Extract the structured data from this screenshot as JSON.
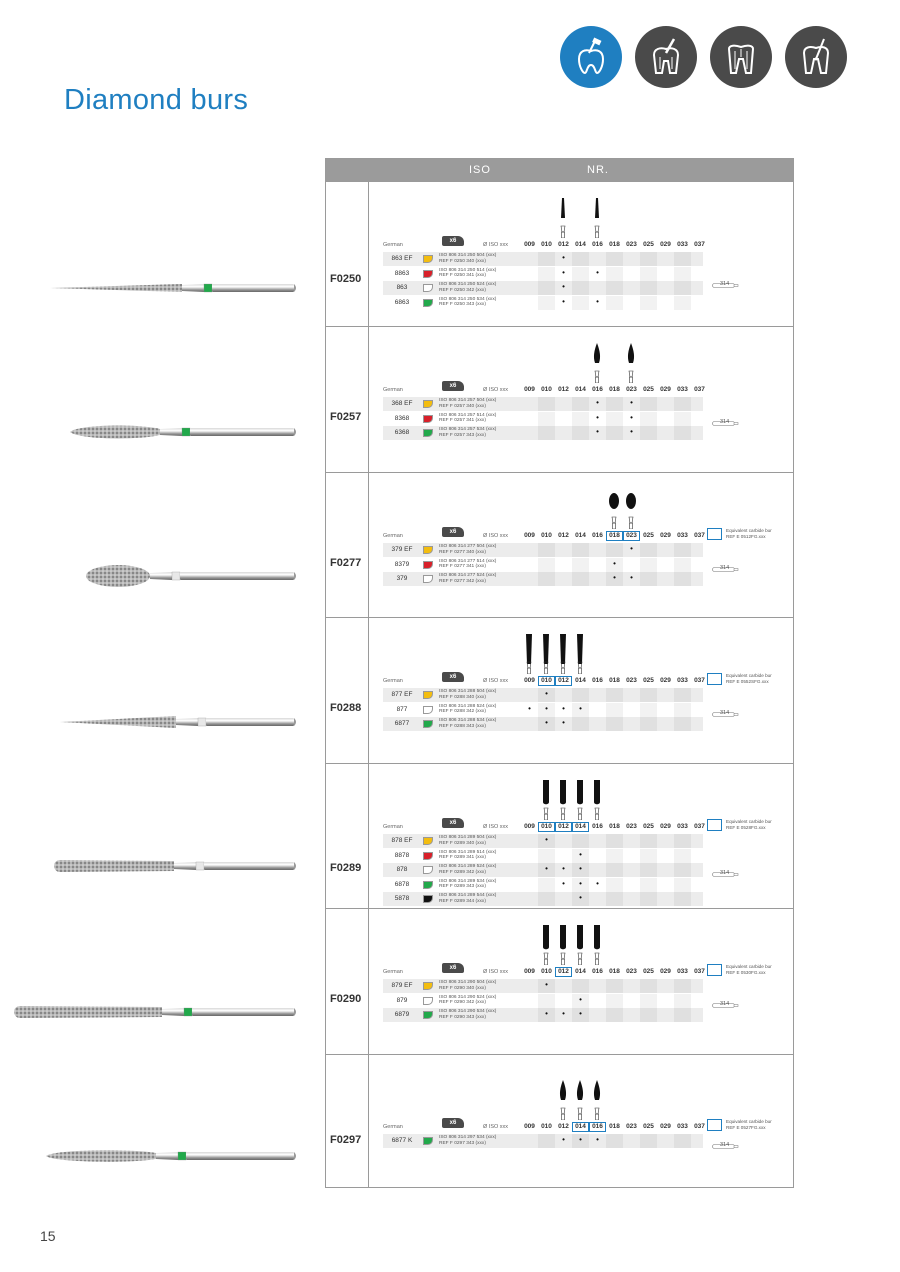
{
  "title": "Diamond burs",
  "page_number": "15",
  "icons": [
    {
      "name": "tooth-drill-icon",
      "active": true
    },
    {
      "name": "tooth-root-canal-icon",
      "active": false
    },
    {
      "name": "tooth-roots-icon",
      "active": false
    },
    {
      "name": "tooth-probe-icon",
      "active": false
    }
  ],
  "table_header": {
    "iso": "ISO",
    "nr": "NR."
  },
  "sizes": [
    "009",
    "010",
    "012",
    "014",
    "016",
    "018",
    "023",
    "025",
    "029",
    "033",
    "037"
  ],
  "labels": {
    "german": "German",
    "diameter": "Ø ISO xxx",
    "shank": "314"
  },
  "colors": {
    "accent": "#1f7fc1",
    "yellow": "#f3bd10",
    "red": "#d8202a",
    "white": "#ffffff",
    "green": "#22a94b",
    "black": "#111111"
  },
  "sections": [
    {
      "code": "F0250",
      "pack": "x6",
      "highlight": [],
      "equivalent": null,
      "rows": [
        {
          "num": "863 EF",
          "color": "yellow",
          "iso": "ISO 806 314 250 504 (xxx)",
          "ref": "REF F 0250 340 (xxx)",
          "dots": [
            "012"
          ]
        },
        {
          "num": "8863",
          "color": "red",
          "iso": "ISO 806 314 250 514 (xxx)",
          "ref": "REF F 0250 341 (xxx)",
          "dots": [
            "012",
            "016"
          ]
        },
        {
          "num": "863",
          "color": "white",
          "iso": "ISO 806 314 250 524 (xxx)",
          "ref": "REF F 0250 342 (xxx)",
          "dots": [
            "012"
          ]
        },
        {
          "num": "6863",
          "color": "green",
          "iso": "ISO 806 314 250 534 (xxx)",
          "ref": "REF F 0250 343 (xxx)",
          "dots": [
            "012",
            "016"
          ]
        }
      ]
    },
    {
      "code": "F0257",
      "pack": "x6",
      "highlight": [],
      "equivalent": null,
      "rows": [
        {
          "num": "368 EF",
          "color": "yellow",
          "iso": "ISO 806 314 257 504 (xxx)",
          "ref": "REF F 0257 340 (xxx)",
          "dots": [
            "016",
            "023"
          ]
        },
        {
          "num": "8368",
          "color": "red",
          "iso": "ISO 806 314 257 514 (xxx)",
          "ref": "REF F 0257 341 (xxx)",
          "dots": [
            "016",
            "023"
          ]
        },
        {
          "num": "6368",
          "color": "green",
          "iso": "ISO 806 314 257 534 (xxx)",
          "ref": "REF F 0257 343 (xxx)",
          "dots": [
            "016",
            "023"
          ]
        }
      ]
    },
    {
      "code": "F0277",
      "pack": "x6",
      "highlight": [
        "018",
        "023"
      ],
      "equivalent": {
        "line1": "Equivalent carbide bur",
        "line2": "REF E 0512FG.xxx"
      },
      "rows": [
        {
          "num": "379 EF",
          "color": "yellow",
          "iso": "ISO 806 314 277 504 (xxx)",
          "ref": "REF F 0277 340 (xxx)",
          "dots": [
            "023"
          ]
        },
        {
          "num": "8379",
          "color": "red",
          "iso": "ISO 806 314 277 514 (xxx)",
          "ref": "REF F 0277 341 (xxx)",
          "dots": [
            "018"
          ]
        },
        {
          "num": "379",
          "color": "white",
          "iso": "ISO 806 314 277 524 (xxx)",
          "ref": "REF F 0277 342 (xxx)",
          "dots": [
            "018",
            "023"
          ]
        }
      ]
    },
    {
      "code": "F0288",
      "pack": "x6",
      "highlight": [
        "010",
        "012"
      ],
      "equivalent": {
        "line1": "Equivalent carbide bur",
        "line2": "REF E 0552SFG.xxx"
      },
      "rows": [
        {
          "num": "877 EF",
          "color": "yellow",
          "iso": "ISO 806 314 288 504 (xxx)",
          "ref": "REF F 0288 340 (xxx)",
          "dots": [
            "010"
          ]
        },
        {
          "num": "877",
          "color": "white",
          "iso": "ISO 806 314 288 524 (xxx)",
          "ref": "REF F 0288 342 (xxx)",
          "dots": [
            "009",
            "010",
            "012",
            "014"
          ]
        },
        {
          "num": "6877",
          "color": "green",
          "iso": "ISO 806 314 288 534 (xxx)",
          "ref": "REF F 0288 343 (xxx)",
          "dots": [
            "010",
            "012"
          ]
        }
      ]
    },
    {
      "code": "F0289",
      "pack": "x6",
      "highlight": [
        "010",
        "012",
        "014"
      ],
      "equivalent": {
        "line1": "Equivalent carbide bur",
        "line2": "REF E 0528FG.xxx"
      },
      "rows": [
        {
          "num": "878 EF",
          "color": "yellow",
          "iso": "ISO 806 314 289 504 (xxx)",
          "ref": "REF F 0289 340 (xxx)",
          "dots": [
            "010"
          ]
        },
        {
          "num": "8878",
          "color": "red",
          "iso": "ISO 806 314 289 514 (xxx)",
          "ref": "REF F 0289 341 (xxx)",
          "dots": [
            "014"
          ]
        },
        {
          "num": "878",
          "color": "white",
          "iso": "ISO 806 314 289 524 (xxx)",
          "ref": "REF F 0289 342 (xxx)",
          "dots": [
            "010",
            "012",
            "014"
          ]
        },
        {
          "num": "6878",
          "color": "green",
          "iso": "ISO 806 314 289 534 (xxx)",
          "ref": "REF F 0289 343 (xxx)",
          "dots": [
            "012",
            "014",
            "016"
          ]
        },
        {
          "num": "5878",
          "color": "black",
          "iso": "ISO 806 314 289 544 (xxx)",
          "ref": "REF F 0289 344 (xxx)",
          "dots": [
            "014"
          ]
        }
      ]
    },
    {
      "code": "F0290",
      "pack": "x6",
      "highlight": [
        "012"
      ],
      "equivalent": {
        "line1": "Equivalent carbide bur",
        "line2": "REF E 0530FG.xxx"
      },
      "rows": [
        {
          "num": "879 EF",
          "color": "yellow",
          "iso": "ISO 806 314 290 504 (xxx)",
          "ref": "REF F 0290 340 (xxx)",
          "dots": [
            "010"
          ]
        },
        {
          "num": "879",
          "color": "white",
          "iso": "ISO 806 314 290 524 (xxx)",
          "ref": "REF F 0290 342 (xxx)",
          "dots": [
            "014"
          ]
        },
        {
          "num": "6879",
          "color": "green",
          "iso": "ISO 806 314 290 534 (xxx)",
          "ref": "REF F 0290 343 (xxx)",
          "dots": [
            "010",
            "012",
            "014"
          ]
        }
      ]
    },
    {
      "code": "F0297",
      "pack": "x6",
      "highlight": [
        "014",
        "016"
      ],
      "equivalent": {
        "line1": "Equivalent carbide bur",
        "line2": "REF E 0527FG.xxx"
      },
      "rows": [
        {
          "num": "6877 K",
          "color": "green",
          "iso": "ISO 806 314 297 534 (xxx)",
          "ref": "REF F 0297 343 (xxx)",
          "dots": [
            "012",
            "014",
            "016"
          ]
        }
      ]
    }
  ]
}
